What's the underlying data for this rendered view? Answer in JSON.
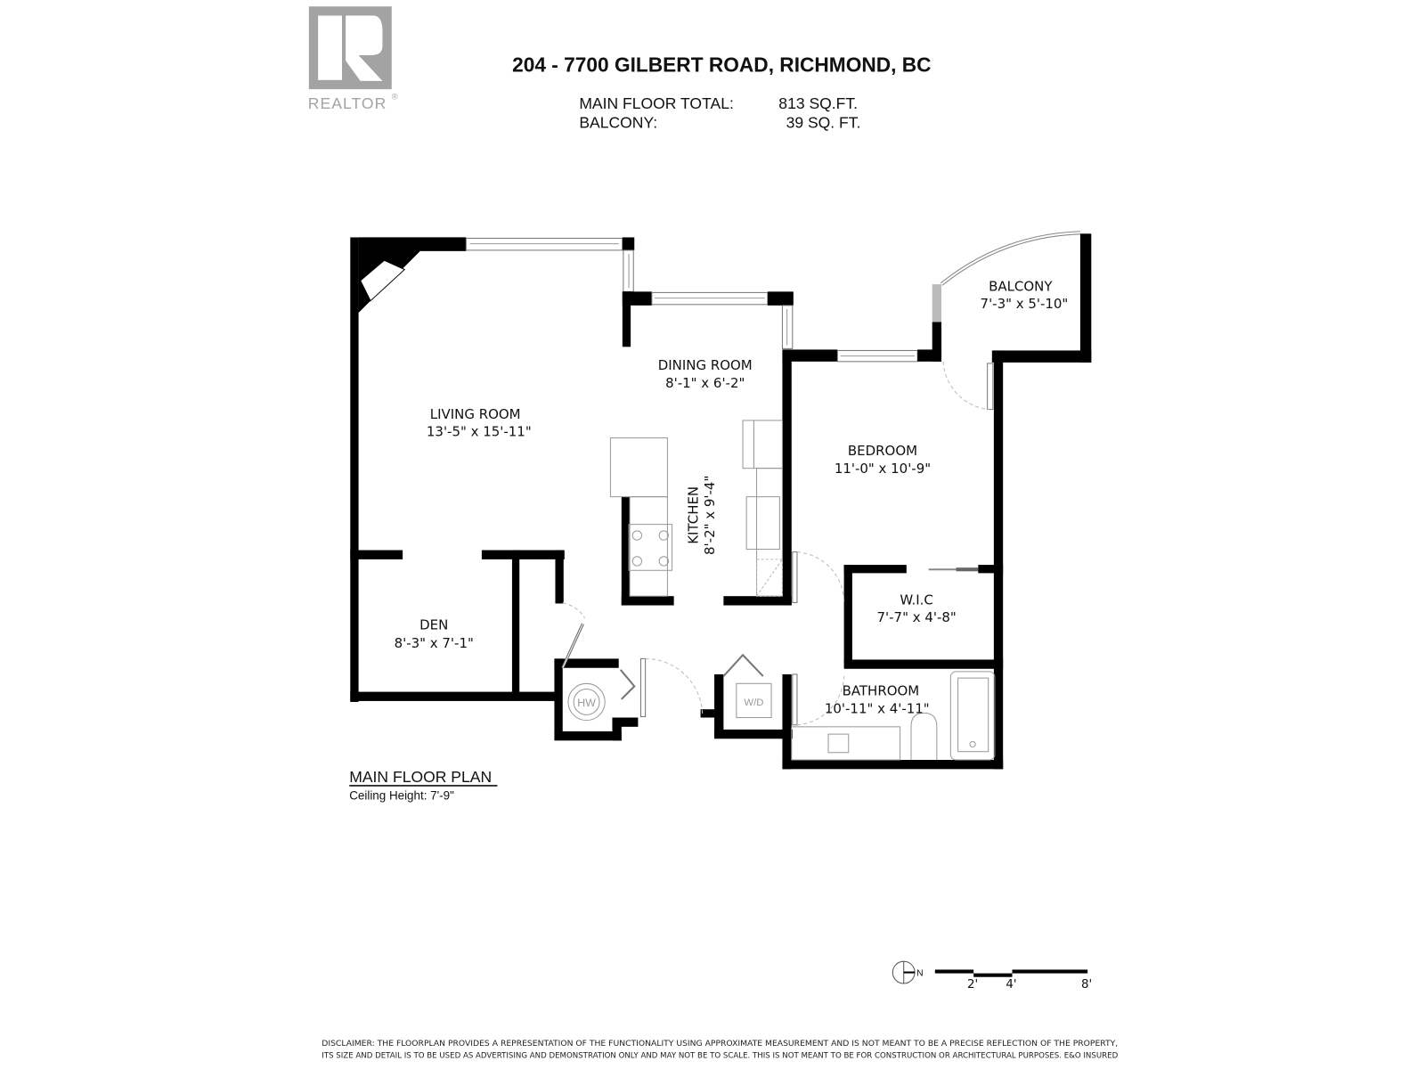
{
  "header": {
    "logo_text": "REALTOR",
    "logo_mark": "®",
    "address": "204 - 7700 GILBERT ROAD, RICHMOND, BC",
    "areas": [
      {
        "label": "MAIN FLOOR TOTAL:",
        "value": "813 SQ.FT."
      },
      {
        "label": "BALCONY:",
        "value": "39 SQ. FT."
      }
    ]
  },
  "rooms": {
    "living": {
      "name": "LIVING ROOM",
      "dim": "13'-5\" x 15'-11\""
    },
    "dining": {
      "name": "DINING ROOM",
      "dim": "8'-1\" x 6'-2\""
    },
    "kitchen": {
      "name": "KITCHEN",
      "dim": "8'-2\" x 9'-4\""
    },
    "bedroom": {
      "name": "BEDROOM",
      "dim": "11'-0\" x 10'-9\""
    },
    "balcony": {
      "name": "BALCONY",
      "dim": "7'-3\" x 5'-10\""
    },
    "wic": {
      "name": "W.I.C",
      "dim": "7'-7\" x 4'-8\""
    },
    "bathroom": {
      "name": "BATHROOM",
      "dim": "10'-11\" x 4'-11\""
    },
    "den": {
      "name": "DEN",
      "dim": "8'-3\" x 7'-1\""
    }
  },
  "fixtures": {
    "hot_water": "HW",
    "washer_dryer": "W/D"
  },
  "plan_label": {
    "title": "MAIN FLOOR PLAN",
    "ceiling": "Ceiling Height: 7'-9\""
  },
  "scale_bar": {
    "north": "N",
    "ticks": [
      "2'",
      "4'",
      "8'"
    ]
  },
  "disclaimer": {
    "line1": "DISCLAIMER: THE FLOORPLAN PROVIDES A REPRESENTATION OF THE FUNCTIONALITY USING APPROXIMATE MEASUREMENT AND IS NOT MEANT TO BE A PRECISE REFLECTION OF THE PROPERTY,",
    "line2": "ITS SIZE AND DETAIL IS TO BE USED AS ADVERTISING AND DEMONSTRATION ONLY AND MAY NOT BE TO SCALE. THIS IS NOT MEANT TO BE FOR CONSTRUCTION OR ARCHITECTURAL PURPOSES. E&O INSURED"
  },
  "colors": {
    "wall": "#000000",
    "logo_gray": "#a3a3a3",
    "fixture_line": "#999999"
  }
}
